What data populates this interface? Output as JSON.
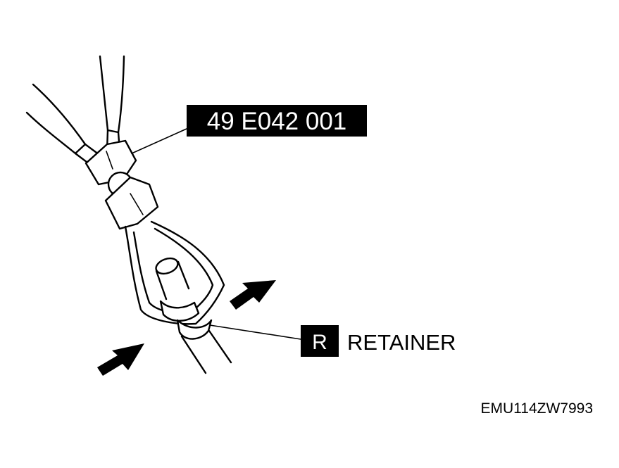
{
  "diagram": {
    "tool_label": "49 E042 001",
    "part_marker": "R",
    "part_label": "RETAINER",
    "figure_code": "EMU114ZW7993",
    "colors": {
      "ink": "#000000",
      "paper": "#ffffff"
    },
    "icons": [
      "pliers-tool-icon",
      "press-arrow-icon"
    ]
  }
}
